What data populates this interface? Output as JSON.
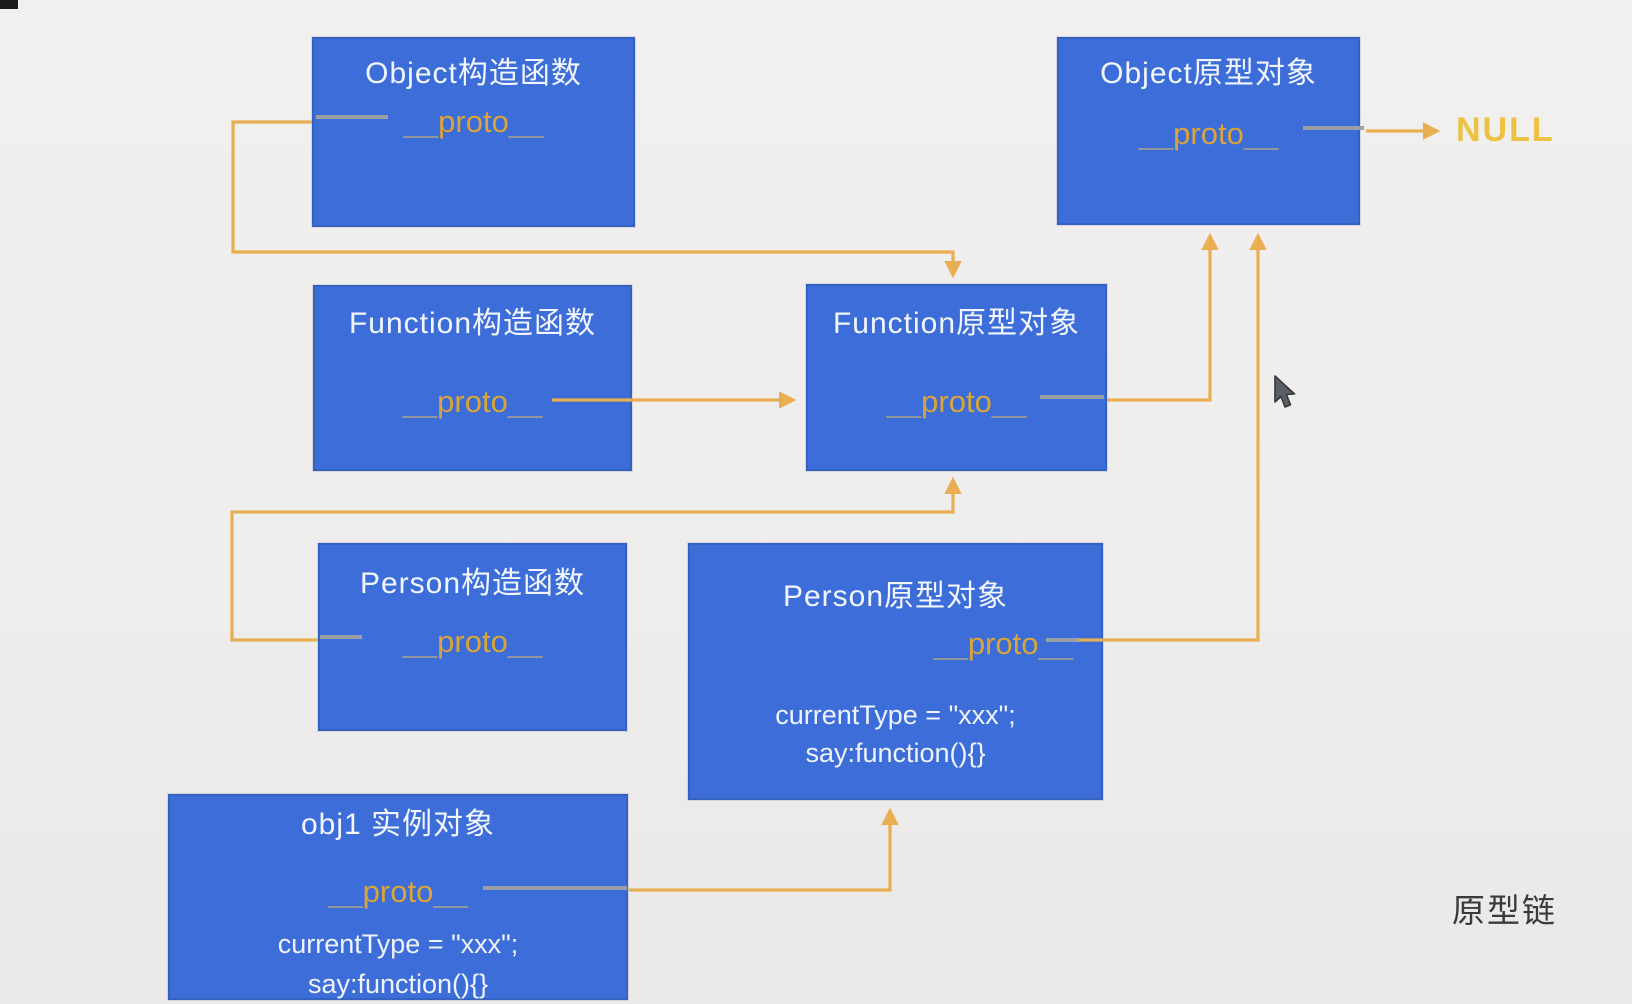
{
  "diagram": {
    "caption": "原型链",
    "null_label": "NULL",
    "proto_parts": {
      "underscore": "__",
      "core": "proto"
    },
    "boxes": [
      {
        "name": "object-constructor",
        "title": "Object构造函数"
      },
      {
        "name": "object-prototype",
        "title": "Object原型对象"
      },
      {
        "name": "function-constructor",
        "title": "Function构造函数"
      },
      {
        "name": "function-prototype",
        "title": "Function原型对象"
      },
      {
        "name": "person-constructor",
        "title": "Person构造函数"
      },
      {
        "name": "person-prototype",
        "title": "Person原型对象",
        "members": [
          "currentType = \"xxx\";",
          "say:function(){}"
        ]
      },
      {
        "name": "obj1-instance",
        "title": "obj1 实例对象",
        "members": [
          "currentType = \"xxx\";",
          "say:function(){}"
        ]
      }
    ],
    "colors": {
      "box_fill": "#3d6dd8",
      "box_border": "#3562c0",
      "arrow": "#e9ae52",
      "proto_orange": "#d9a43a",
      "underscore_gray": "#90969c",
      "null_gold": "#edc243",
      "caption_dark": "#3b3b3d",
      "background": "#efeeec"
    }
  }
}
